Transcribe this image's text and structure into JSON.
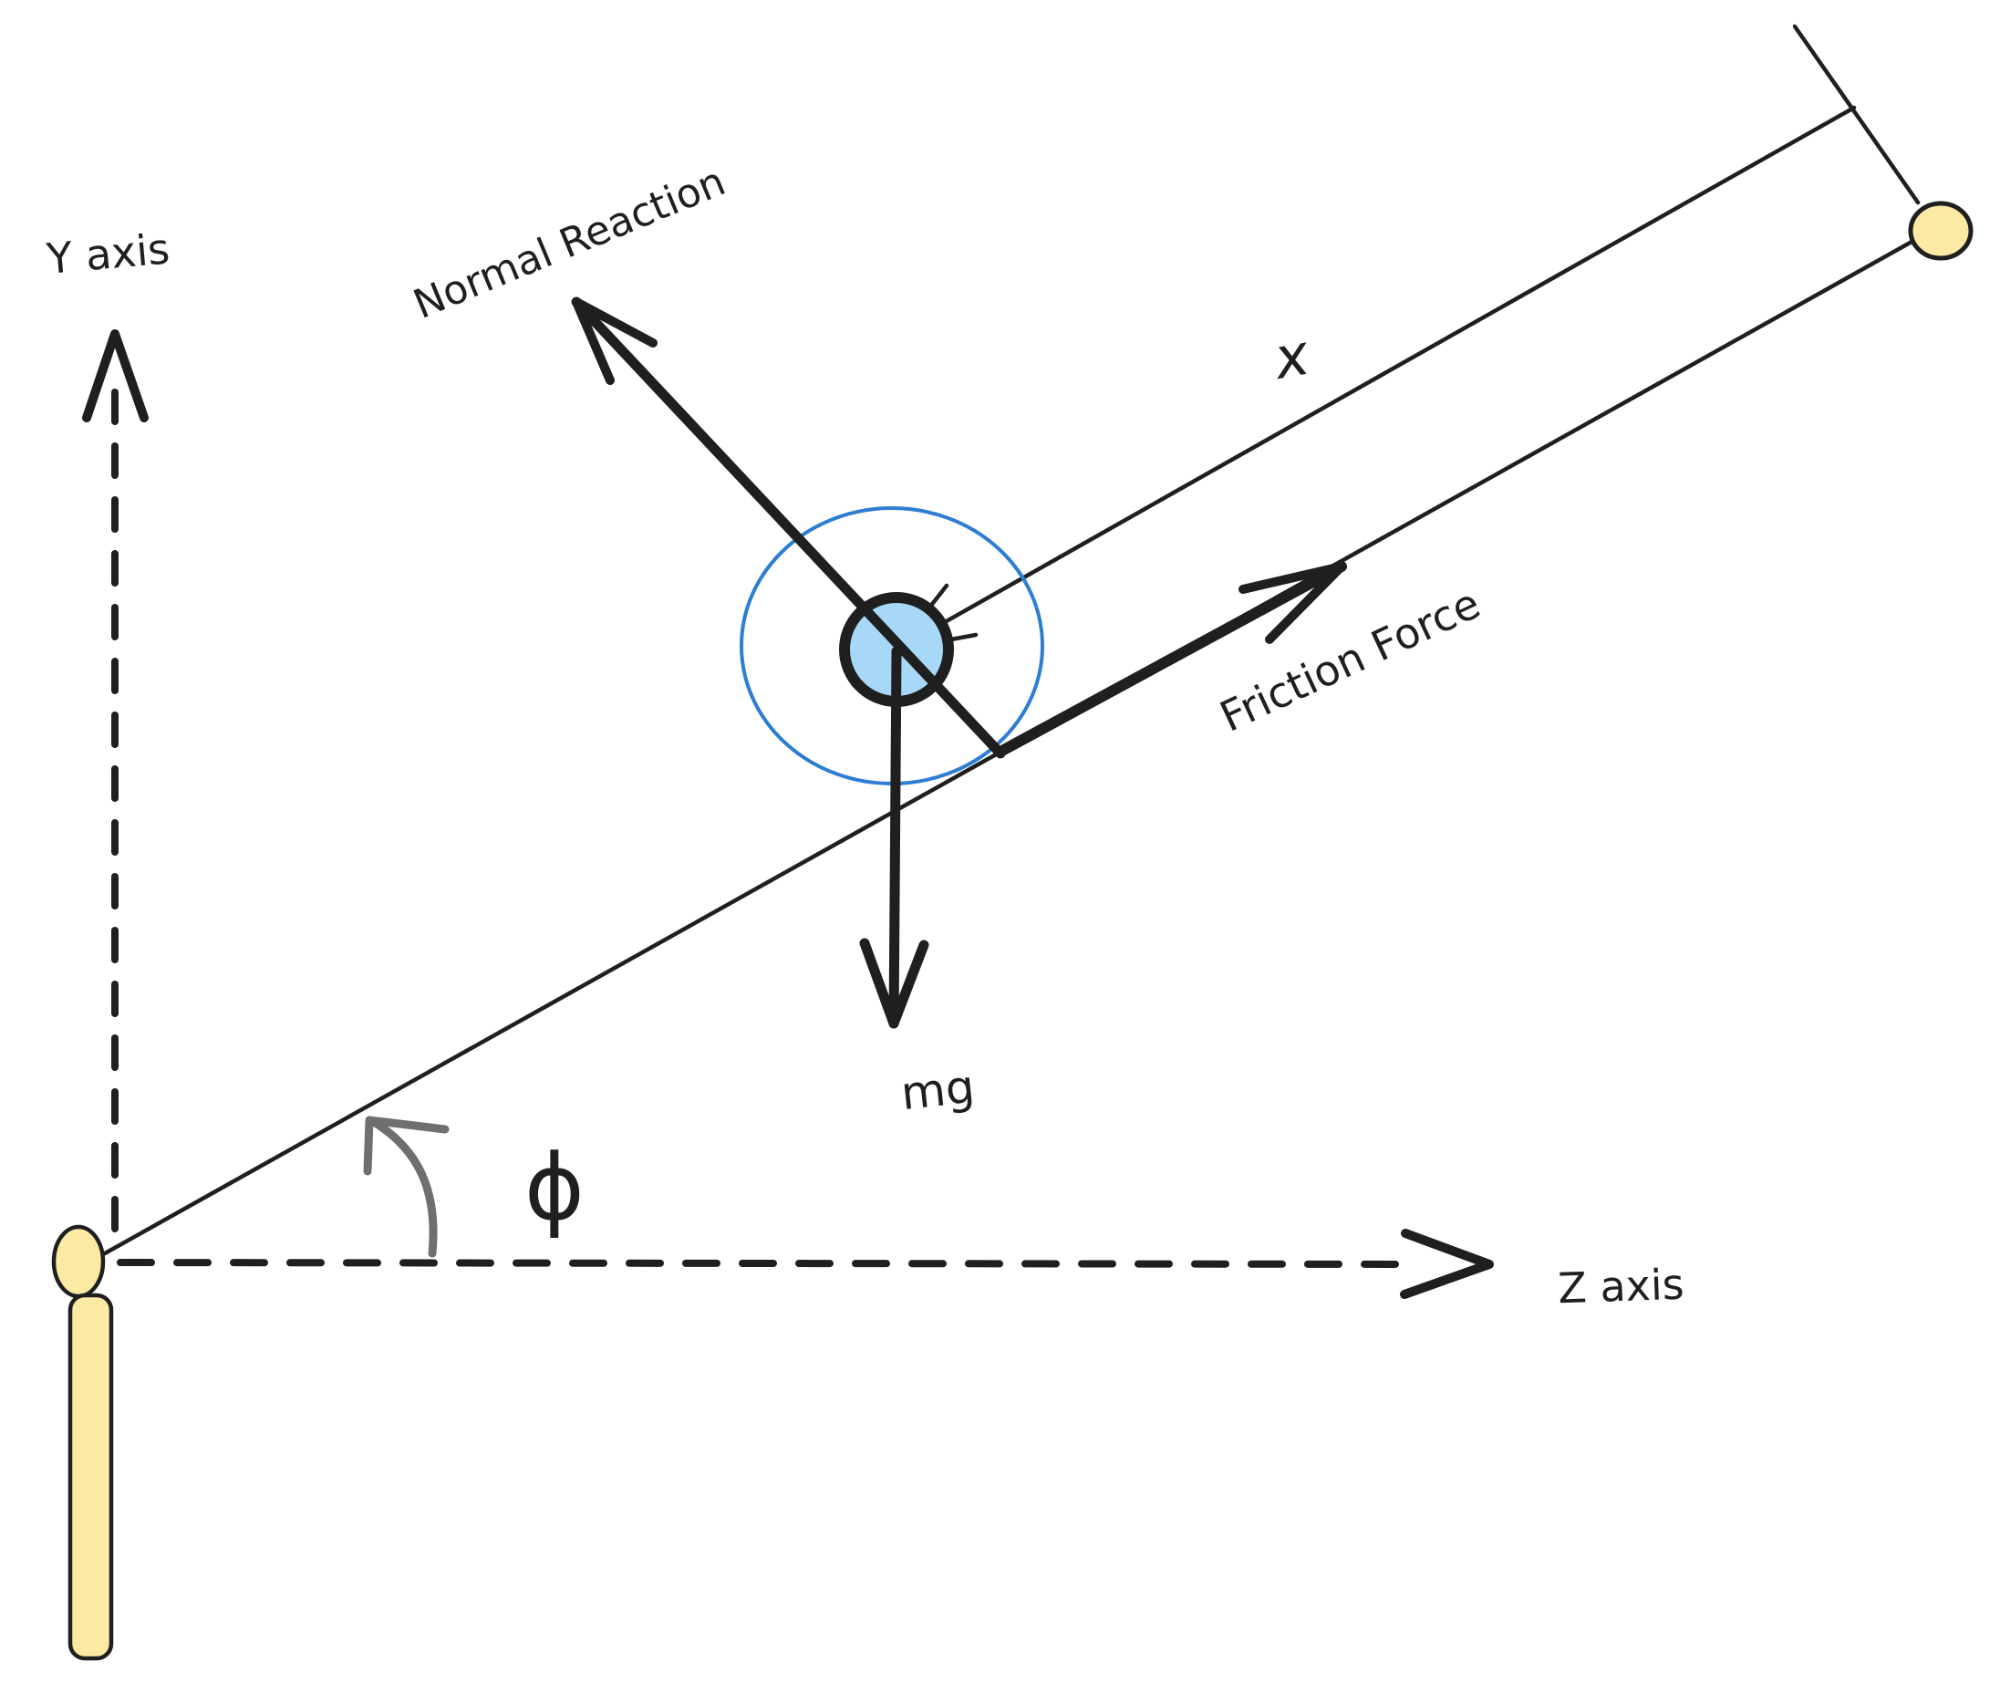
{
  "labels": {
    "y_axis": "Y axis",
    "z_axis": "Z axis",
    "normal_reaction": "Normal Reaction",
    "friction_force": "Friction Force",
    "mg": "mg",
    "x_distance": "x",
    "phi": "ϕ"
  },
  "colors": {
    "ink": "#1f1f1f",
    "bead_fill": "#a8d8f7",
    "orbit_stroke": "#2d7dd2",
    "peg_fill": "#fbe9a4",
    "angle_arc_gray": "#6f6f6f",
    "background": "#ffffff"
  }
}
